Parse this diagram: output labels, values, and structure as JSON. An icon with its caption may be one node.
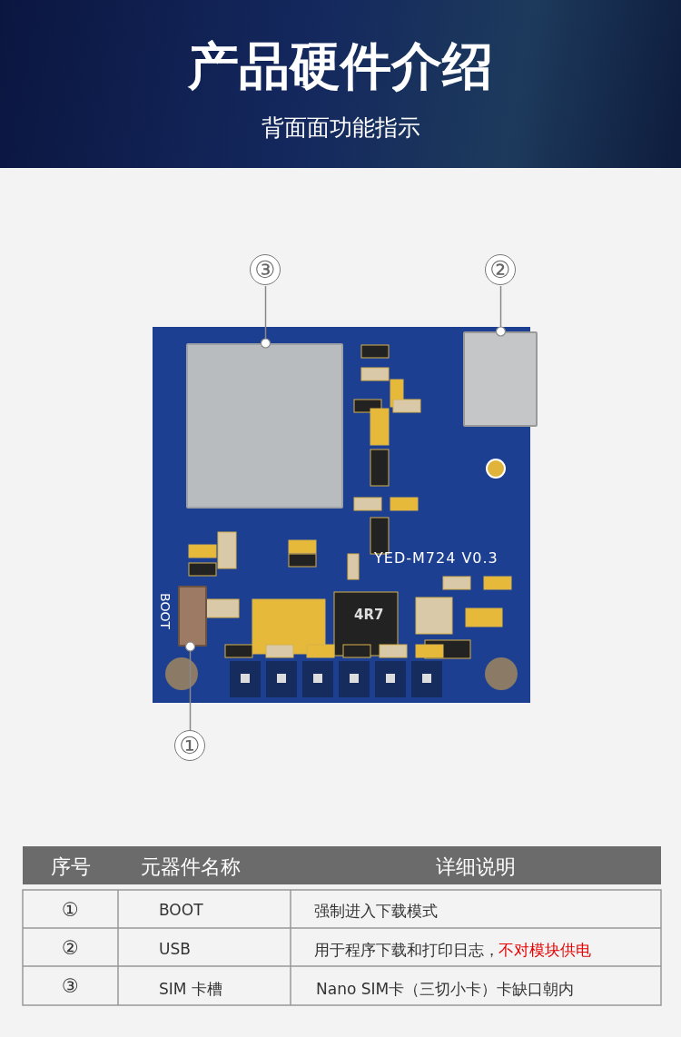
{
  "diagram": {
    "title": "产品硬件介绍",
    "nodes": [
      {
        "text": [
          "③"
        ]
      },
      {
        "text": [
          "②"
        ]
      },
      {
        "text": [],
        "shape": "box"
      },
      {
        "text": [],
        "shape": "box"
      },
      {
        "text": [],
        "shape": "box",
        "beside": [
          "BOOT"
        ]
      },
      {
        "text": [
          "①"
        ]
      }
    ],
    "edges": [
      {
        "from": 0,
        "to": 2,
        "arrow": "other"
      },
      {
        "from": 1,
        "to": 3,
        "arrow": "other"
      },
      {
        "from": 5,
        "to": 4,
        "arrow": "other"
      }
    ],
    "labels": [
      "背面面功能指示",
      "YED-M724 V0.3",
      "4R7",
      "序号",
      "元器件名称",
      "详细说明",
      "①",
      "BOOT",
      "强制进入下载模式",
      "②",
      "USB",
      "用于程序下载和打印日志，",
      "不对模块供电",
      "③",
      "SIM 卡槽",
      "Nano SIM卡（三切小卡）卡缺口朝内"
    ]
  }
}
